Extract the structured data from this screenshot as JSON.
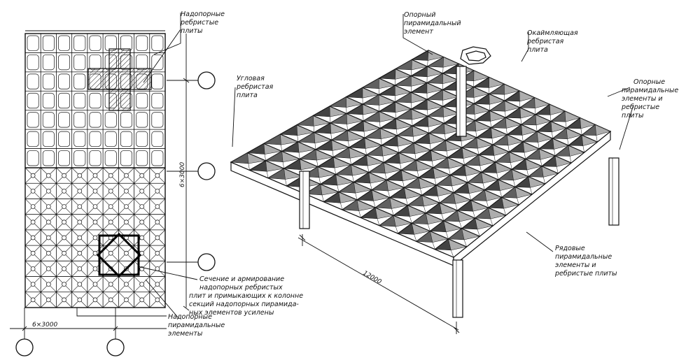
{
  "plan": {
    "dim_horizontal": "6×3000",
    "dim_vertical": "6×3000",
    "grid_n": 9
  },
  "isometric": {
    "dim_length": "12000",
    "grid_n": 12
  },
  "callouts": {
    "nadopornye_plity": [
      "Надопорные",
      "ребристые",
      "плиты"
    ],
    "sechenie": [
      "Сечение и армирование",
      "надопорных ребристых",
      "плит и примыкающих к колонне",
      "секций надопорных пирамида-",
      "ных элементов усилены"
    ],
    "nadopornye_piramidalnye": [
      "Надопорные",
      "пирамидальные",
      "элементы"
    ],
    "uglovaya": [
      "Угловая",
      "ребристая",
      "плита"
    ],
    "opornyi": [
      "Опорный",
      "пирамидальный",
      "элемент"
    ],
    "okaimlyayushchaya": [
      "Окаймляющая",
      "ребристая",
      "плита"
    ],
    "opornye_piramidalnye": [
      "Опорные",
      "пирамидальные",
      "элементы и",
      "ребристые",
      "плиты"
    ],
    "ryadovye": [
      "Рядовые",
      "пирамидальные",
      "элементы и",
      "ребристые плиты"
    ]
  }
}
